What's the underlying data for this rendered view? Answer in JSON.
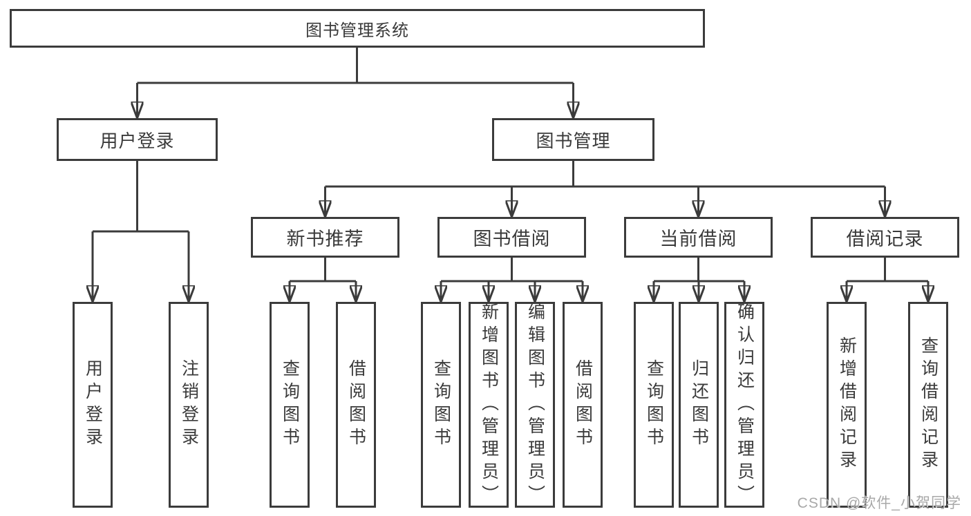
{
  "colors": {
    "line": "#3b3b3b",
    "text": "#3a3a3a",
    "background": "#ffffff",
    "watermark": "#9e9e9e"
  },
  "watermark": {
    "text": "CSDN @软件_小贺同学"
  },
  "tree": {
    "root": {
      "label": "图书管理系统"
    },
    "level2": [
      {
        "label": "用户登录",
        "leaves": [
          {
            "label": "用户登录"
          },
          {
            "label": "注销登录"
          }
        ]
      },
      {
        "label": "图书管理",
        "groups": [
          {
            "label": "新书推荐",
            "leaves": [
              {
                "label": "查询图书"
              },
              {
                "label": "借阅图书"
              }
            ]
          },
          {
            "label": "图书借阅",
            "leaves": [
              {
                "label": "查询图书"
              },
              {
                "label": "新增图书（管理员）"
              },
              {
                "label": "编辑图书（管理员）"
              },
              {
                "label": "借阅图书"
              }
            ]
          },
          {
            "label": "当前借阅",
            "leaves": [
              {
                "label": "查询图书"
              },
              {
                "label": "归还图书"
              },
              {
                "label": "确认归还（管理员）"
              }
            ]
          },
          {
            "label": "借阅记录",
            "leaves": [
              {
                "label": "新增借阅记录"
              },
              {
                "label": "查询借阅记录"
              }
            ]
          }
        ]
      }
    ]
  }
}
